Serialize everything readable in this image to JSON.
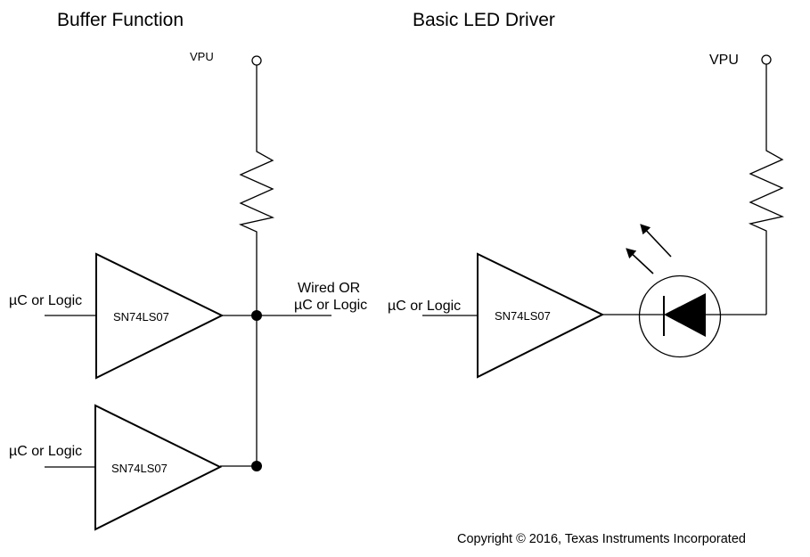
{
  "left_panel": {
    "title": "Buffer Function",
    "supply_label": "VPU",
    "input_label_top": "µC or Logic",
    "input_label_bottom": "µC or Logic",
    "buffer_top_label": "SN74LS07",
    "buffer_bottom_label": "SN74LS07",
    "output_label_line1": "Wired OR",
    "output_label_line2": "µC or Logic"
  },
  "right_panel": {
    "title": "Basic LED Driver",
    "supply_label": "VPU",
    "input_label": "µC or Logic",
    "buffer_label": "SN74LS07"
  },
  "footer": {
    "copyright": "Copyright © 2016, Texas Instruments Incorporated"
  },
  "icons": [
    "pullup-resistor-icon",
    "buffer-triangle-icon",
    "led-icon",
    "light-emission-arrows-icon",
    "supply-terminal-icon",
    "junction-dot-icon"
  ]
}
